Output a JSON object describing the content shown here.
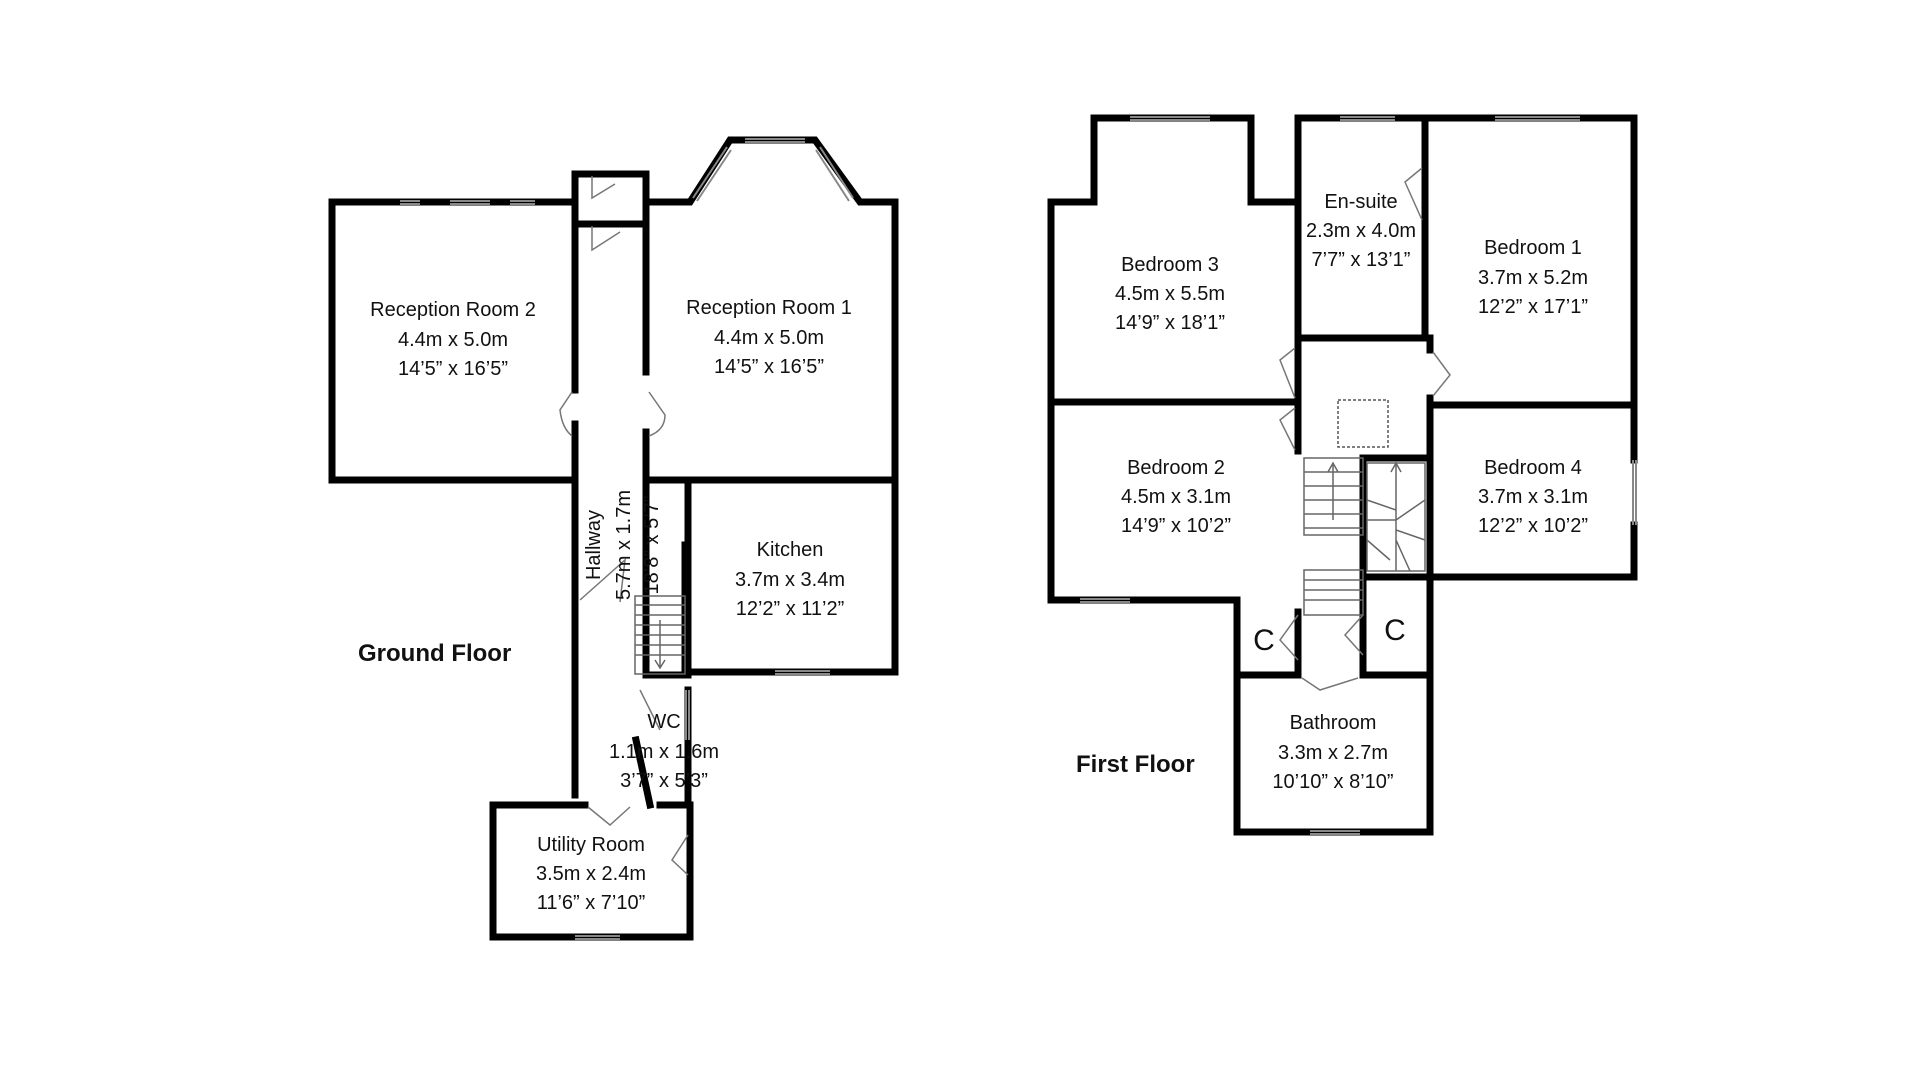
{
  "ground_floor": {
    "title": "Ground Floor",
    "rooms": [
      {
        "name": "Reception Room 2",
        "metric": "4.4m x 5.0m",
        "imperial": "14’5” x 16’5”"
      },
      {
        "name": "Reception Room 1",
        "metric": "4.4m x 5.0m",
        "imperial": "14’5” x 16’5”"
      },
      {
        "name": "Hallway",
        "metric": "5.7m x 1.7m",
        "imperial": "18’8” x 5’7”"
      },
      {
        "name": "Kitchen",
        "metric": "3.7m x 3.4m",
        "imperial": "12’2” x 11’2”"
      },
      {
        "name": "WC",
        "metric": "1.1m x 1.6m",
        "imperial": "3’7” x 5’3”"
      },
      {
        "name": "Utility Room",
        "metric": "3.5m x 2.4m",
        "imperial": "11’6” x 7’10”"
      }
    ]
  },
  "first_floor": {
    "title": "First Floor",
    "rooms": [
      {
        "name": "Bedroom 3",
        "metric": "4.5m x 5.5m",
        "imperial": "14’9” x 18’1”"
      },
      {
        "name": "En-suite",
        "metric": "2.3m x 4.0m",
        "imperial": "7’7” x 13’1”"
      },
      {
        "name": "Bedroom 1",
        "metric": "3.7m x 5.2m",
        "imperial": "12’2” x 17’1”"
      },
      {
        "name": "Bedroom 2",
        "metric": "4.5m x 3.1m",
        "imperial": "14’9” x 10’2”"
      },
      {
        "name": "Bedroom 4",
        "metric": "3.7m x 3.1m",
        "imperial": "12’2” x 10’2”"
      },
      {
        "name": "Bathroom",
        "metric": "3.3m x 2.7m",
        "imperial": "10’10” x 8’10”"
      }
    ],
    "cupboards": [
      "C",
      "C"
    ]
  }
}
